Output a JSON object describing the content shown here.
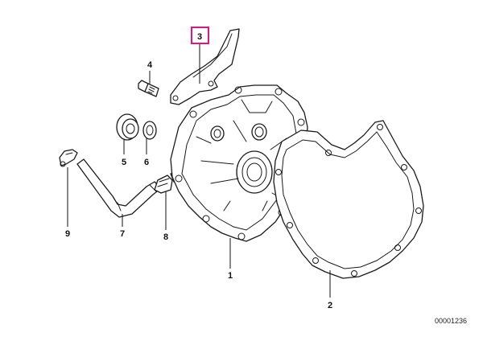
{
  "diagram": {
    "reference_number": "00001236",
    "highlight_color": "#e0157f",
    "highlighted_callout": "3",
    "callouts": [
      {
        "key": "c1",
        "label": "1"
      },
      {
        "key": "c2",
        "label": "2"
      },
      {
        "key": "c3",
        "label": "3"
      },
      {
        "key": "c4",
        "label": "4"
      },
      {
        "key": "c5",
        "label": "5"
      },
      {
        "key": "c6",
        "label": "6"
      },
      {
        "key": "c7",
        "label": "7"
      },
      {
        "key": "c8",
        "label": "8"
      },
      {
        "key": "c9",
        "label": "9"
      }
    ]
  }
}
